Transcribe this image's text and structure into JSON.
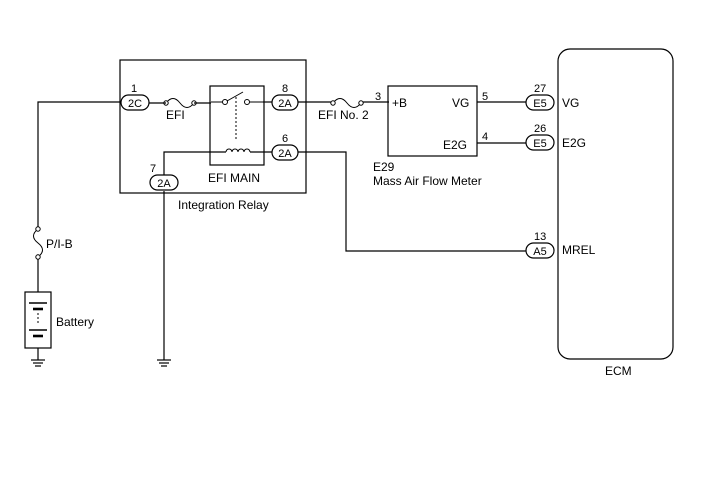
{
  "relay": {
    "name": "Integration Relay",
    "fuse_efi": "EFI",
    "relay_name": "EFI MAIN",
    "pins": {
      "p1": "1",
      "p7": "7",
      "p8": "8",
      "p6": "6"
    },
    "connectors": {
      "c2c": "2C",
      "c2a_bottom": "2A",
      "c2a_upper": "2A",
      "c2a_lower": "2A"
    }
  },
  "wiring": {
    "fuse_efi2": "EFI No. 2",
    "fuse_pib": "P/I-B",
    "battery": "Battery"
  },
  "maf": {
    "code": "E29",
    "name": "Mass Air Flow Meter",
    "term_b": "+B",
    "term_vg": "VG",
    "term_e2g": "E2G",
    "pins": {
      "p3": "3",
      "p5": "5",
      "p4": "4"
    }
  },
  "ecm": {
    "name": "ECM",
    "pins": {
      "p27": "27",
      "p26": "26",
      "p13": "13"
    },
    "connectors": {
      "e5_vg": "E5",
      "e5_e2g": "E5",
      "a5": "A5"
    },
    "terms": {
      "vg": "VG",
      "e2g": "E2G",
      "mrel": "MREL"
    }
  }
}
